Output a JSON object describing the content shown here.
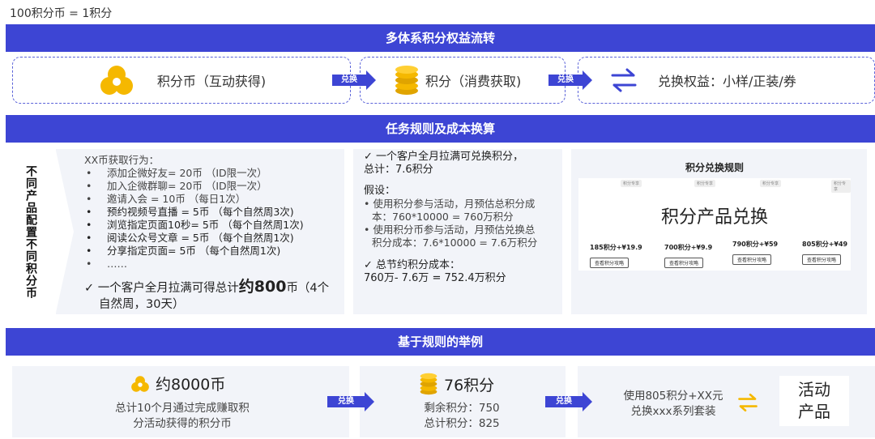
{
  "note": "100积分币 = 1积分",
  "sections": {
    "s1": "多体系积分权益流转",
    "s2": "任务规则及成本换算",
    "s3": "基于规则的举例"
  },
  "flow": {
    "box1": "积分币（互动获得)",
    "box2": "积分（消费获取)",
    "box3": "兑换权益：小样/正装/券",
    "arrow": "兑换"
  },
  "side_label": "不同产品配置不同积分币",
  "rules": {
    "heading": "XX币获取行为：",
    "items": [
      "添加企微好友= 20币 （ID限一次）",
      "加入企微群聊= 20币 （ID限一次）",
      "邀请入会 = 10币 （每日1次）",
      "预约视频号直播 = 5币 （每个自然周3次)",
      "浏览指定页面10秒= 5币 （每个自然周1次)",
      "阅读公众号文章 = 5币 （每个自然周1次)",
      "分享指定页面= 5币 （每个自然周1次)",
      "……"
    ],
    "summary_pre": "✓ 一个客户全月拉满可得总计",
    "summary_big": "约800",
    "summary_post": "币（4个",
    "summary_line2": "自然周，30天）"
  },
  "mid": {
    "line1": "✓ 一个客户全月拉满可兑换积分，",
    "line2": "总计：7.6积分",
    "assume": "假设：",
    "b1a": "• 使用积分参与活动，月预估总积分成",
    "b1b": "本：760*10000 = 760万积分",
    "b2a": "• 使用积分币参与活动，月预估兑换总",
    "b2b": "积分成本：7.6*10000 = 7.6万积分",
    "total_label": "✓ 总节约积分成本：",
    "total_value": "760万- 7.6万 = 752.4万积分"
  },
  "card": {
    "title": "积分兑换规则",
    "big": "积分产品兑换",
    "tag": "积分专享",
    "prices": [
      "185积分+¥19.9",
      "700积分+¥9.9",
      "790积分+¥59",
      "805积分+¥49"
    ],
    "button": "查看积分攻略"
  },
  "example": {
    "e1_title": "约8000币",
    "e1_desc1": "总计10个月通过完成赚取积",
    "e1_desc2": "分活动获得的积分币",
    "e2_title": "76积分",
    "e2_desc1": "剩余积分：750",
    "e2_desc2": "总计积分：825",
    "e3_desc1": "使用805积分+XX元",
    "e3_desc2": "兑换xxx系列套装",
    "product_1": "活动",
    "product_2": "产品"
  },
  "colors": {
    "band": "#3d45d4",
    "coin": "#f5b800",
    "arrow_yellow": "#f5b800"
  }
}
